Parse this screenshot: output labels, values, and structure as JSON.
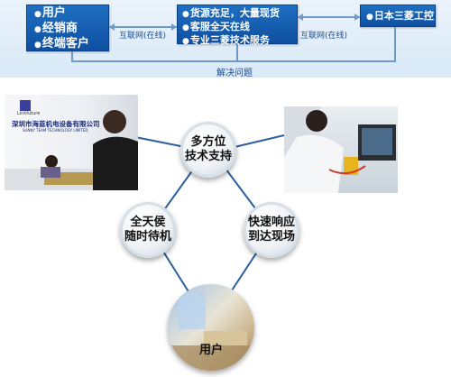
{
  "top": {
    "box_left": [
      "用户",
      "经销商",
      "终端客户"
    ],
    "box_mid": [
      "货源充足，大量现货",
      "客服全天在线",
      "专业三菱技术服务"
    ],
    "box_right": "日本三菱工控",
    "link_label_left": "互联网(在线)",
    "link_label_right": "互联网(在线)",
    "bottom_label": "解决问题",
    "bullet": "●"
  },
  "photo1": {
    "company_cn": "深圳市海蓝机电设备有限公司",
    "company_en": "SUNNY TEAM TECHNOLOGY LIMITED",
    "brand": "Linkfuture"
  },
  "nodes": {
    "support": [
      "多方位",
      "技术支持"
    ],
    "standby": [
      "全天侯",
      "随时待机"
    ],
    "response": [
      "快速响应",
      "到达现场"
    ],
    "user": "用户"
  },
  "colors": {
    "box_blue": "#1a63b5",
    "connector": "#6f99c7",
    "label_blue": "#1d4e8f",
    "triangle_line": "#2b5f9e"
  }
}
